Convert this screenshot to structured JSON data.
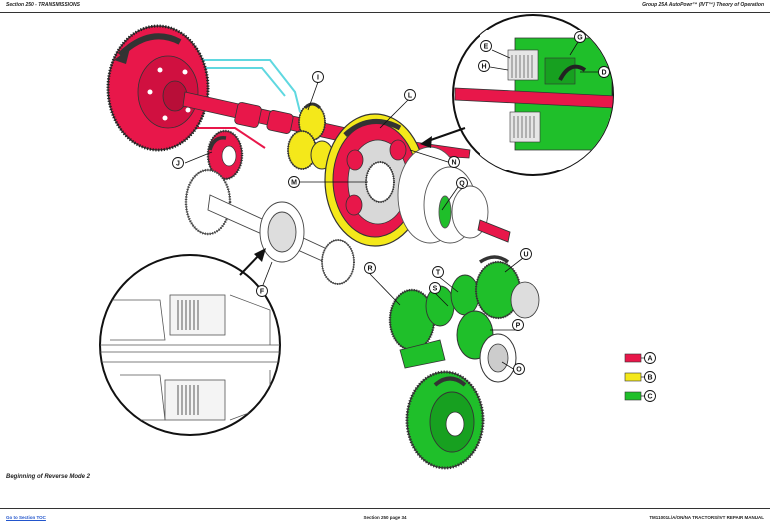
{
  "header": {
    "left": "Section 250 - TRANSMISSIONS",
    "right": "Group 25A AutoPowr™ (IVT™) Theory of Operation"
  },
  "caption": "Beginning of Reverse Mode 2",
  "footer": {
    "left": "Go to Section TOC",
    "center": "Section 250 page 34",
    "right": "TM11001L/A/ON/NA TRACTORS/IVT REPAIR MANUAL"
  },
  "callouts": [
    "I",
    "L",
    "J",
    "N",
    "M",
    "Q",
    "E",
    "G",
    "H",
    "D",
    "F",
    "R",
    "T",
    "S",
    "U",
    "P",
    "O"
  ],
  "legend": [
    {
      "key": "A",
      "color": "#e8174a"
    },
    {
      "key": "B",
      "color": "#f4e81a"
    },
    {
      "key": "C",
      "color": "#1fbf2a"
    }
  ],
  "colors": {
    "red": "#e8174a",
    "yellow": "#f4e81a",
    "green": "#1fbf2a",
    "cyan": "#5fd8e0"
  }
}
